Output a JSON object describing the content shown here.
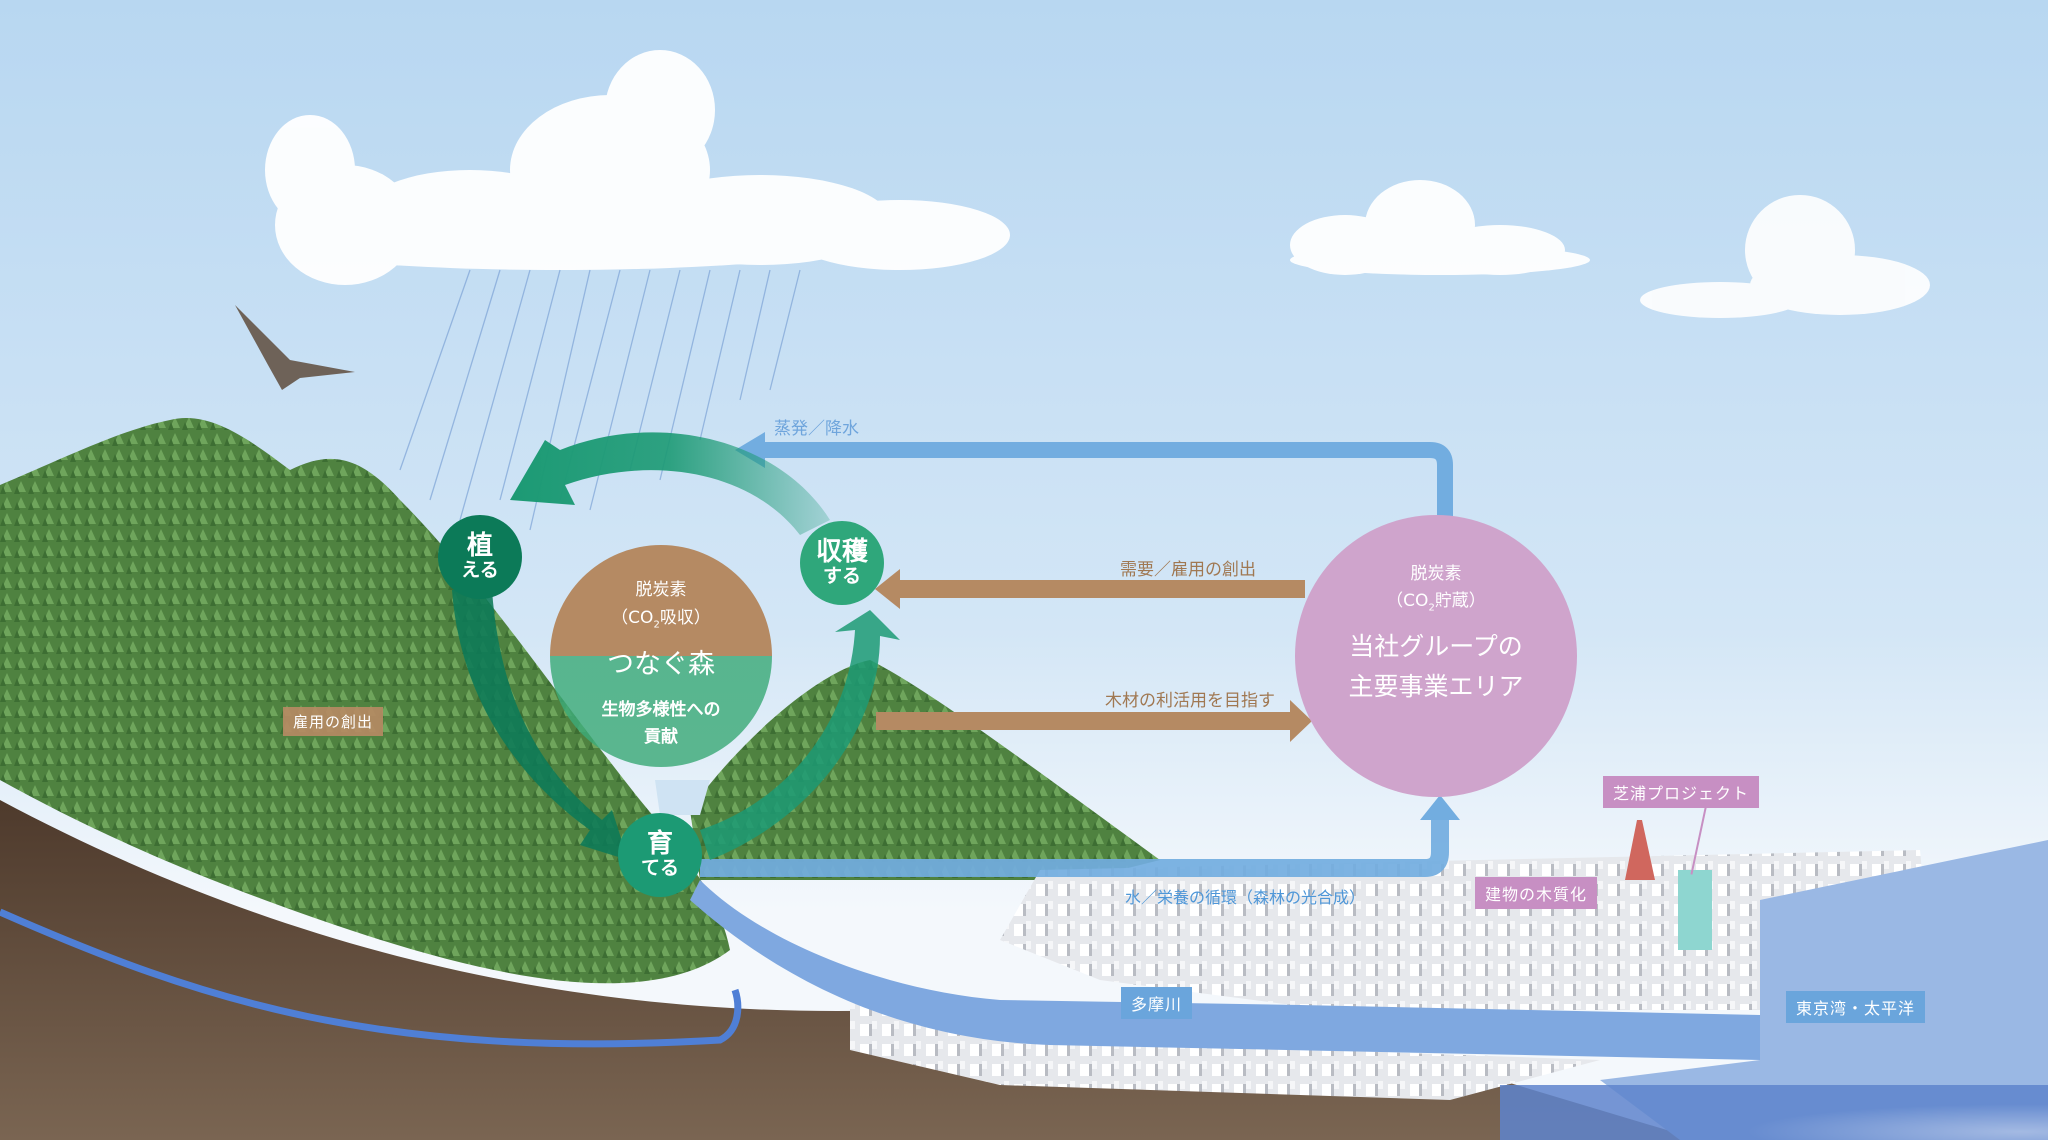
{
  "colors": {
    "sky_top": "#b9d8f1",
    "sky_bottom": "#eef5fb",
    "cycle_green": "#1c9a74",
    "cycle_dark_green": "#0c7a58",
    "brown": "#b58a63",
    "blue": "#72ade0",
    "purple": "#cfa4cc",
    "soil": "#5b4434",
    "forest": "#5d8f4e",
    "river": "#6f9fdc",
    "sea": "#7aa4d8"
  },
  "cycle": {
    "plant": {
      "kanji": "植",
      "kana": "える"
    },
    "grow": {
      "kanji": "育",
      "kana": "てる"
    },
    "harvest": {
      "kanji": "収穫",
      "kana": "する"
    }
  },
  "forest_circle": {
    "line1": "脱炭素",
    "line2_pre": "（CO",
    "line2_sub": "2",
    "line2_post": "吸収）",
    "title": "つなぐ森",
    "contrib_line1": "生物多様性への",
    "contrib_line2": "貢献"
  },
  "business_circle": {
    "line1": "脱炭素",
    "line2_pre": "（CO",
    "line2_sub": "2",
    "line2_post": "貯蔵）",
    "title_line1": "当社グループの",
    "title_line2": "主要事業エリア"
  },
  "flows": {
    "evaporation": "蒸発／降水",
    "demand": "需要／雇用の創出",
    "timber": "木材の利活用を目指す",
    "water_cycle": "水／栄養の循環（森林の光合成）"
  },
  "tags": {
    "employment": "雇用の創出",
    "shibaura": "芝浦プロジェクト",
    "wooden_building": "建物の木質化",
    "tama_river": "多摩川",
    "tokyo_bay": "東京湾・太平洋"
  }
}
